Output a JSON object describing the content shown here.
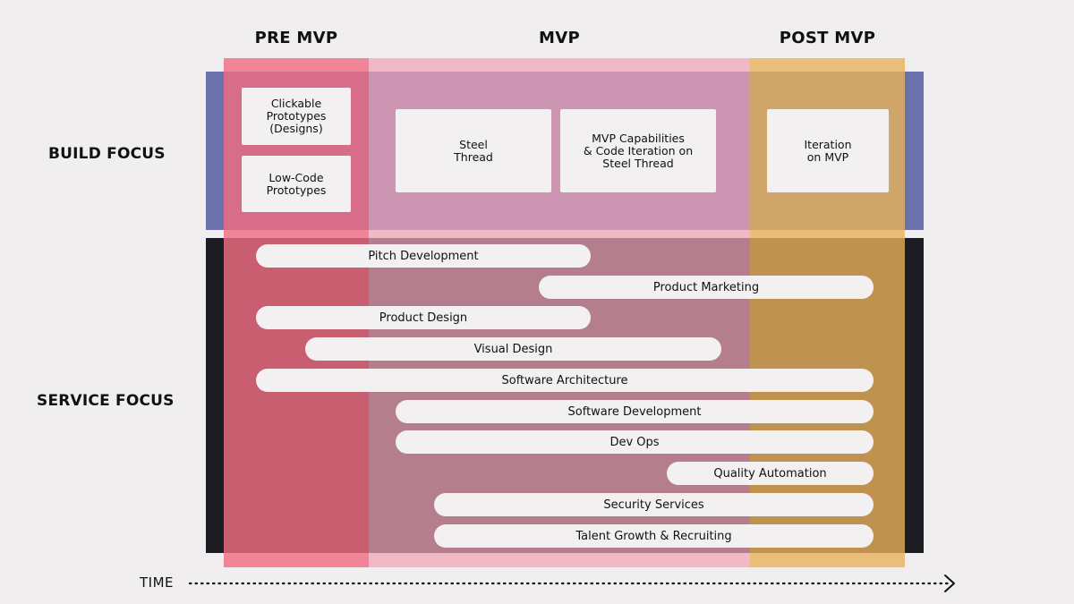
{
  "phases": [
    {
      "title": "PRE MVP"
    },
    {
      "title": "MVP"
    },
    {
      "title": "POST MVP"
    }
  ],
  "rows": {
    "build": "BUILD FOCUS",
    "service": "SERVICE FOCUS"
  },
  "build_cards": [
    {
      "label": "Clickable\nPrototypes\n(Designs)"
    },
    {
      "label": "Low-Code\nPrototypes"
    },
    {
      "label": "Steel\nThread"
    },
    {
      "label": "MVP Capabilities\n& Code Iteration on\nSteel Thread"
    },
    {
      "label": "Iteration\non MVP"
    }
  ],
  "service_bars": [
    {
      "label": "Pitch Development"
    },
    {
      "label": "Product Marketing"
    },
    {
      "label": "Product Design"
    },
    {
      "label": "Visual Design"
    },
    {
      "label": "Software Architecture"
    },
    {
      "label": "Software Development"
    },
    {
      "label": "Dev Ops"
    },
    {
      "label": "Quality Automation"
    },
    {
      "label": "Security Services"
    },
    {
      "label": "Talent Growth & Recruiting"
    }
  ],
  "axis": {
    "label": "TIME"
  },
  "colors": {
    "build_band": "#6b72ab",
    "service_band": "#1b1d23",
    "pre_mvp": "#ee6f84",
    "mvp": "#f0a7b8",
    "post_mvp": "#e6b562"
  }
}
